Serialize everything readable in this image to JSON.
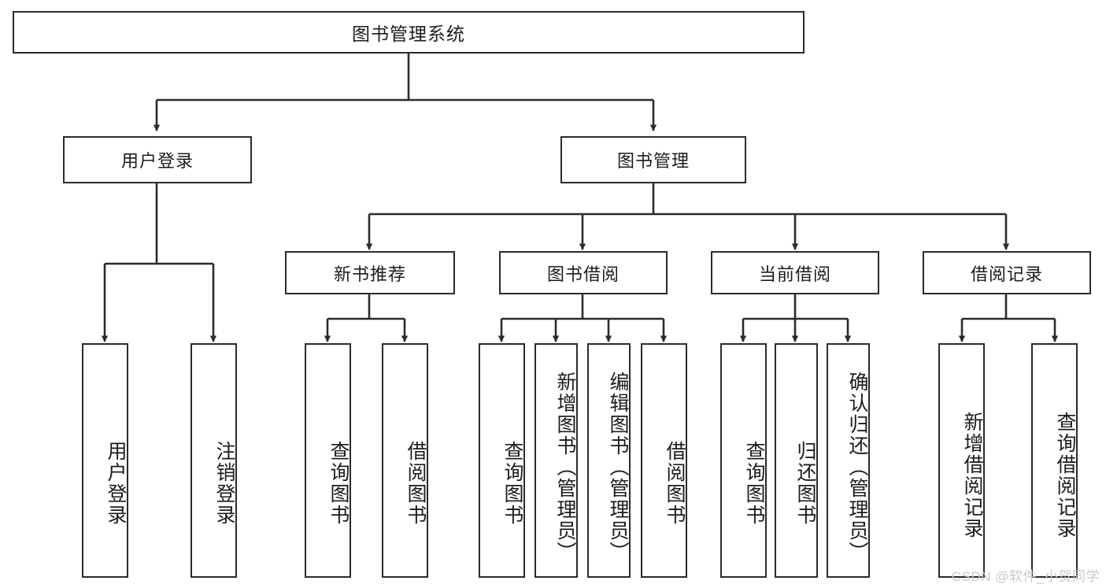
{
  "diagram": {
    "title": "图书管理系统",
    "root": {
      "label": "图书管理系统"
    },
    "level1": [
      {
        "label": "用户登录"
      },
      {
        "label": "图书管理"
      }
    ],
    "level2": [
      {
        "label": "新书推荐"
      },
      {
        "label": "图书借阅"
      },
      {
        "label": "当前借阅"
      },
      {
        "label": "借阅记录"
      }
    ],
    "leaves": {
      "user_login": [
        {
          "label": "用户登录"
        },
        {
          "label": "注销登录"
        }
      ],
      "new_book_recommend": [
        {
          "label": "查询图书"
        },
        {
          "label": "借阅图书"
        }
      ],
      "book_borrow": [
        {
          "label": "查询图书"
        },
        {
          "label": "新增图书（管理员）"
        },
        {
          "label": "编辑图书（管理员）"
        },
        {
          "label": "借阅图书"
        }
      ],
      "current_borrow": [
        {
          "label": "查询图书"
        },
        {
          "label": "归还图书"
        },
        {
          "label": "确认归还（管理员）"
        }
      ],
      "borrow_record": [
        {
          "label": "新增借阅记录"
        },
        {
          "label": "查询借阅记录"
        }
      ]
    }
  },
  "watermark": {
    "text": "CSDN @软件_小贺同学"
  },
  "colors": {
    "box_border": "#2b2b2b",
    "box_fill": "#ffffff",
    "text": "#1c1c1c",
    "connector": "#2b2b2b",
    "watermark": "#c9c9c9"
  }
}
